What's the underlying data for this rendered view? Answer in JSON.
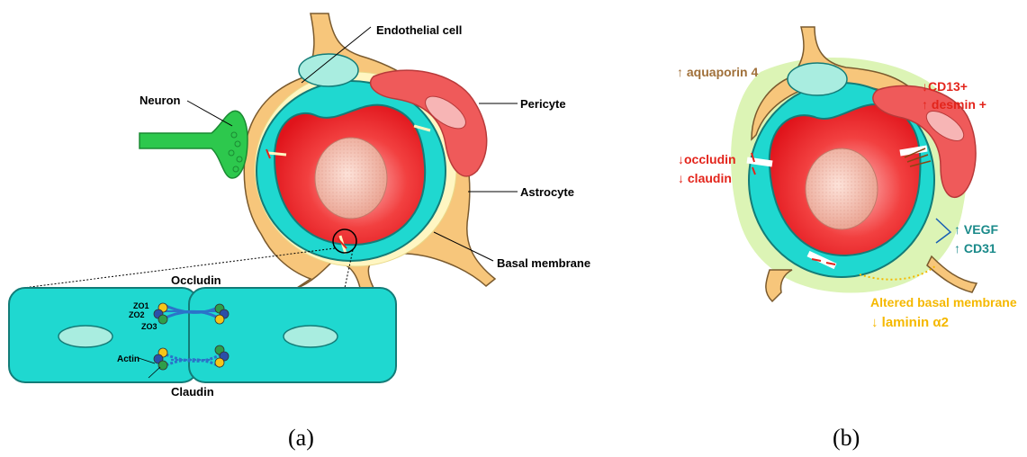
{
  "panel_a": {
    "labels": {
      "endothelial_cell": "Endothelial cell",
      "neuron": "Neuron",
      "pericyte": "Pericyte",
      "astrocyte": "Astrocyte",
      "basal_membrane": "Basal membrane",
      "occludin": "Occludin",
      "claudin": "Claudin",
      "zo1": "ZO1",
      "zo2": "ZO2",
      "zo3": "ZO3",
      "actin": "Actin"
    },
    "caption": "(a)"
  },
  "panel_b": {
    "labels": {
      "aquaporin": "↑ aquaporin 4",
      "cd13": "↓CD13+",
      "desmin": "↑ desmin +",
      "occludin": "↓occludin",
      "claudin": "↓ claudin",
      "vegf": "↑ VEGF",
      "cd31": "↑ CD31",
      "altered_basal": "Altered basal membrane",
      "laminin": "↓  laminin α2"
    },
    "caption": "(b)"
  },
  "colors": {
    "astrocyte": "#F7C67B",
    "astrocyte_stroke": "#7A5A2E",
    "endothelium": "#1FD8D0",
    "lumen_red": "#E8141B",
    "pericyte": "#EF5A5A",
    "neuron": "#2DC84D",
    "nucleus": "#F4B3A3",
    "basal_yellow": "#FFF3B0",
    "glow_green": "#D6F2A8",
    "label_red": "#E3241B",
    "label_brown": "#A0703A",
    "label_teal": "#1A8A8A",
    "label_orange": "#F5B800"
  }
}
